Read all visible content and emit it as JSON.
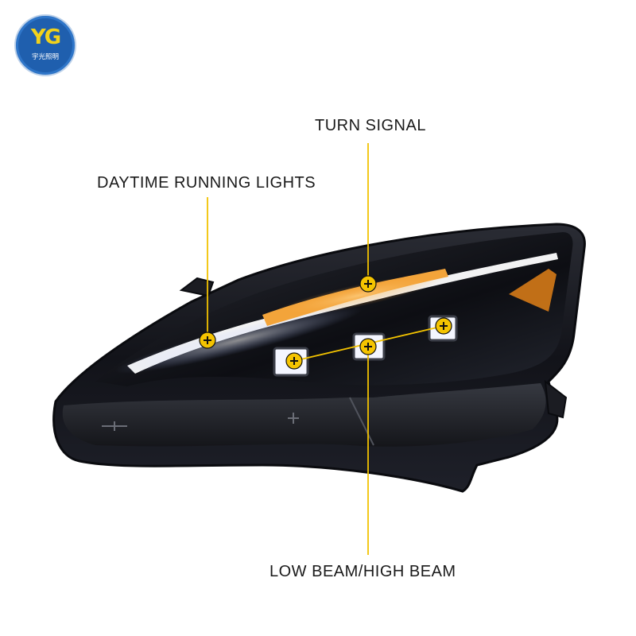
{
  "brand": {
    "logo_mark": "YG",
    "logo_text": "宇光照明",
    "logo_color": "#1f5fae",
    "logo_accent": "#f2d21b"
  },
  "callouts": {
    "turn_signal": "TURN SIGNAL",
    "daytime_running_lights": "DAYTIME RUNNING LIGHTS",
    "low_high_beam": "LOW BEAM/HIGH BEAM"
  },
  "colors": {
    "callout_line": "#f2c200",
    "marker_fill": "#f5c400",
    "drl_white": "#ffffff",
    "turn_amber": "#f3a43a",
    "housing": "#15171e"
  },
  "icons": {
    "marker": "crosshair-plus-icon",
    "logo": "yg-logo-icon"
  }
}
